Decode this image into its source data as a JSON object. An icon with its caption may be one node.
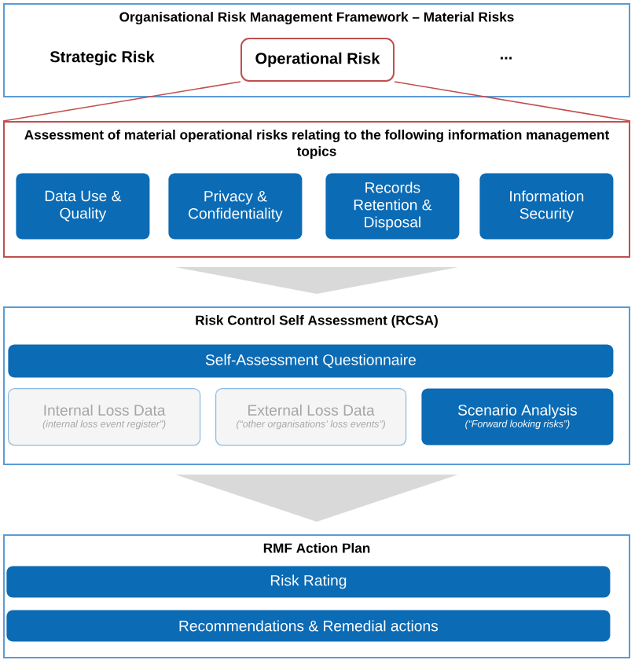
{
  "diagram": {
    "nodes": [
      {
        "text": [
          "Organisational Risk Management Framework – Material Risks"
        ]
      },
      {
        "text": [
          "Operational Risk"
        ],
        "in": 0
      },
      {
        "text": [
          "Assessment of material operational risks relating to the following information management topics"
        ]
      },
      {
        "text": [
          "Data Use & Quality"
        ],
        "in": 2
      },
      {
        "text": [
          "Privacy & Confidentiality"
        ],
        "in": 2
      },
      {
        "text": [
          "Records Retention & Disposal"
        ],
        "in": 2
      },
      {
        "text": [
          "Information Security"
        ],
        "in": 2
      },
      {
        "text": [
          "Risk Control Self Assessment (RCSA)"
        ]
      },
      {
        "text": [
          "Self-Assessment Questionnaire"
        ],
        "in": 7
      },
      {
        "text": [
          "Internal Loss Data",
          "(internal loss event register”)"
        ],
        "in": 7
      },
      {
        "text": [
          "External Loss Data",
          "(“other organisations’ loss events”)"
        ],
        "in": 7
      },
      {
        "text": [
          "Scenario Analysis",
          "(“Forward looking risks”)"
        ],
        "in": 7
      },
      {
        "text": [
          "RMF Action Plan"
        ]
      },
      {
        "text": [
          "Risk Rating"
        ],
        "in": 12
      },
      {
        "text": [
          "Recommendations & Remedial actions"
        ],
        "in": 12
      }
    ],
    "edges": [
      {
        "from": 1,
        "to": 2,
        "arrow": "none",
        "color": "#c0504d"
      },
      {
        "from": 2,
        "to": 7,
        "arrow": "to"
      },
      {
        "from": 7,
        "to": 12,
        "arrow": "to"
      }
    ],
    "labels": [
      "Strategic Risk",
      "..."
    ]
  }
}
